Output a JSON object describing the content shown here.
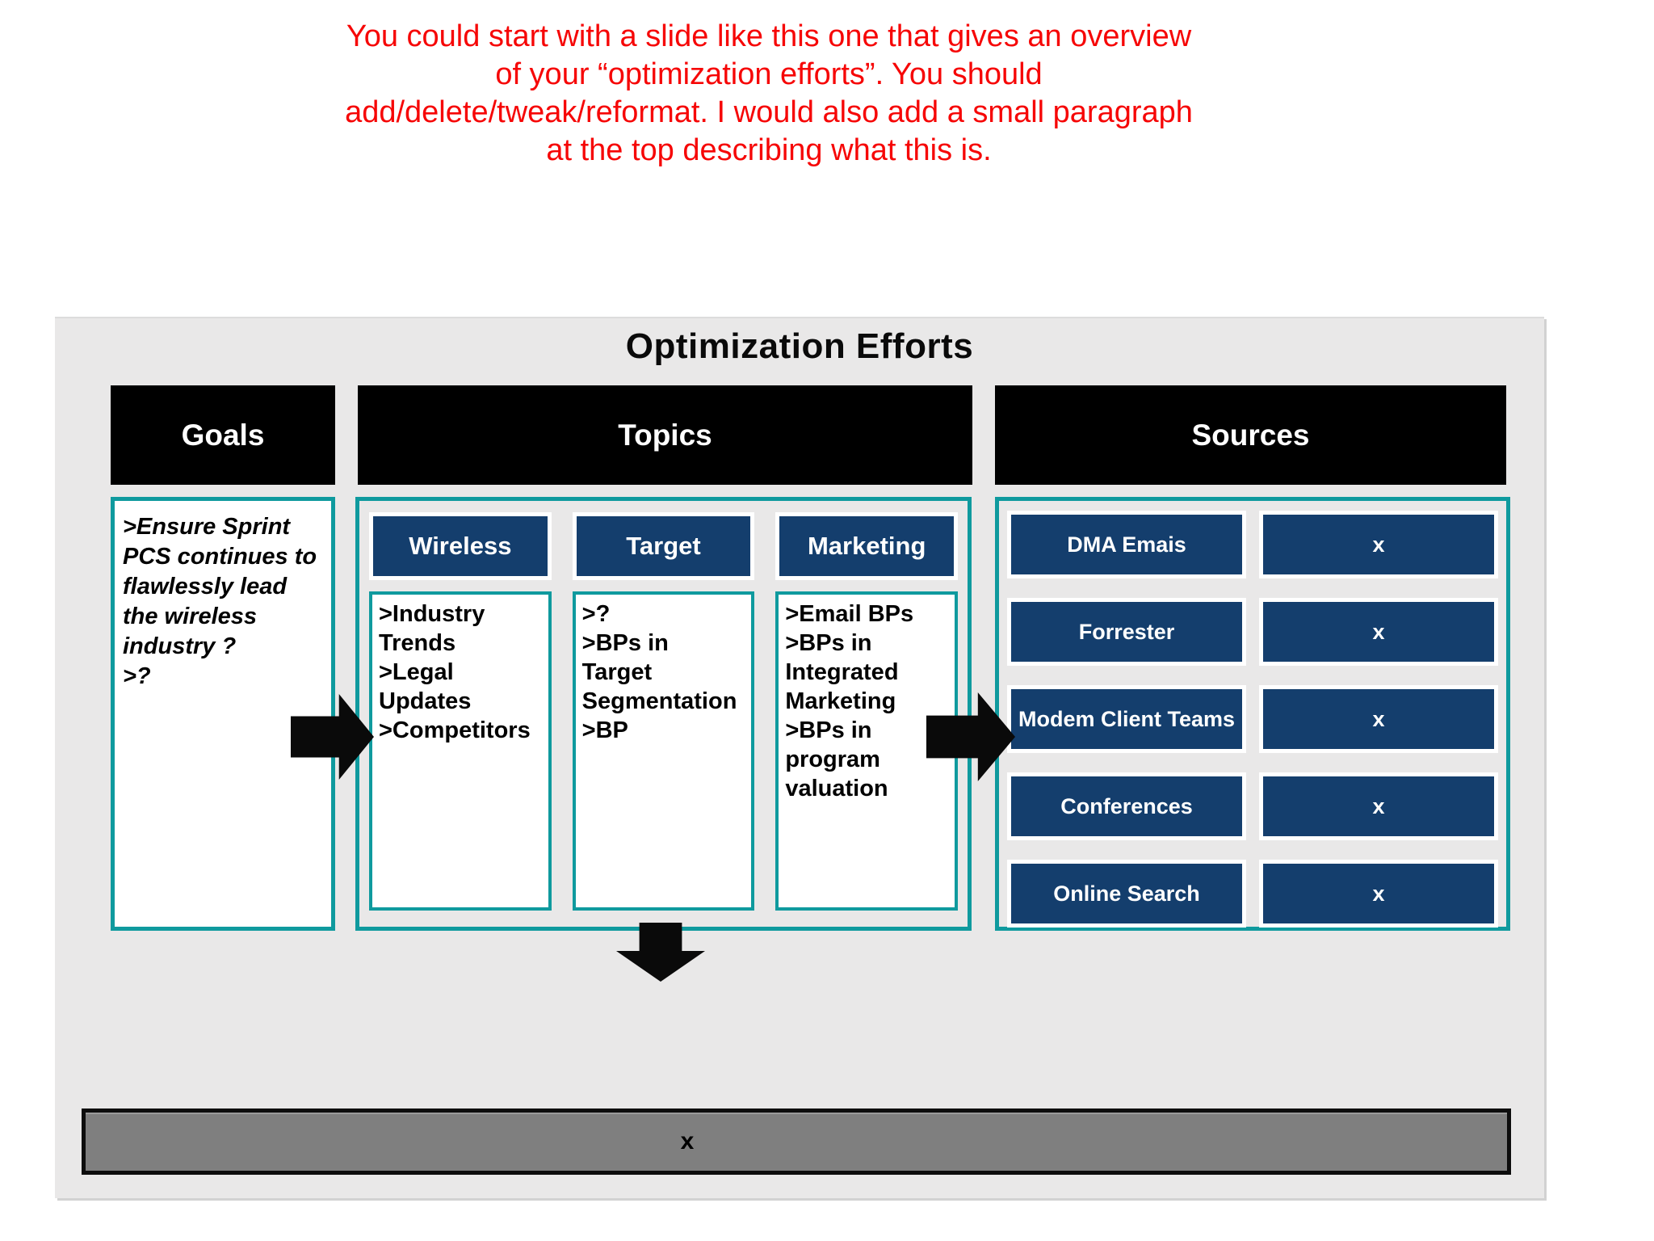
{
  "colors": {
    "annotation_red": "#f60606",
    "slide_background": "#e9e8e8",
    "section_header_black": "#000000",
    "accent_blue": "#143e6d",
    "teal_border": "#0f9a9e",
    "bottom_bar_gray": "#7f7f7f"
  },
  "annotation": {
    "lines": [
      "You could start with a slide like this one that gives an overview",
      "of your “optimization efforts”.  You should",
      "add/delete/tweak/reformat.  I would also add a small paragraph",
      "at the top describing what this is."
    ]
  },
  "icons": {
    "flow_arrow_right": "black right-pointing block arrow",
    "flow_arrow_down": "black down-pointing block arrow"
  },
  "slide": {
    "title": "Optimization Efforts",
    "goals": {
      "header": "Goals",
      "items": [
        ">Ensure Sprint PCS continues to flawlessly lead the wireless industry ?",
        ">?"
      ]
    },
    "topics": {
      "header": "Topics",
      "columns": [
        {
          "label": "Wireless",
          "items": [
            ">Industry Trends",
            ">Legal Updates",
            ">Competitors"
          ]
        },
        {
          "label": "Target",
          "items": [
            ">?",
            ">BPs in Target Segmentation",
            ">BP"
          ]
        },
        {
          "label": "Marketing",
          "items": [
            ">Email BPs",
            ">BPs in Integrated Marketing",
            ">BPs in program valuation"
          ]
        }
      ]
    },
    "sources": {
      "header": "Sources",
      "rows": [
        {
          "label": "DMA Emais",
          "value": "x"
        },
        {
          "label": "Forrester",
          "value": "x"
        },
        {
          "label": "Modem Client Teams",
          "value": "x"
        },
        {
          "label": "Conferences",
          "value": "x"
        },
        {
          "label": "Online Search",
          "value": "x"
        }
      ]
    },
    "bottom_bar": {
      "label": "x"
    }
  }
}
